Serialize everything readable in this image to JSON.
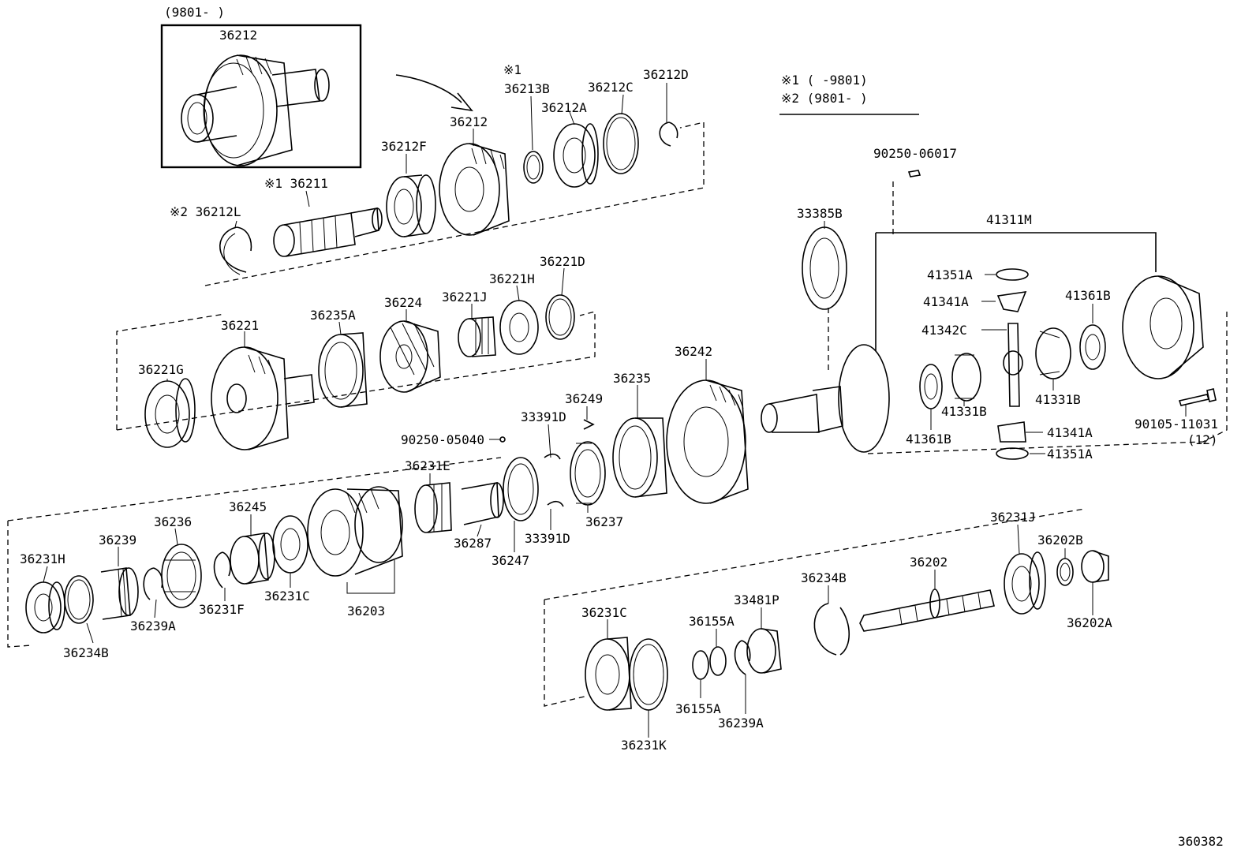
{
  "inset": {
    "date_range": "(9801-        )",
    "part": "36212"
  },
  "legend": {
    "note1": "※1 (      -9801)",
    "note2": "※2 (9801-        )"
  },
  "labels": {
    "p36212_main": "36212",
    "p36212F": "36212F",
    "p36211": "※1 36211",
    "p36212L": "※2 36212L",
    "mark1": "※1",
    "p36213B": "36213B",
    "p36212A": "36212A",
    "p36212C": "36212C",
    "p36212D": "36212D",
    "p90250_06017": "90250-06017",
    "p33385B": "33385B",
    "p41311M": "41311M",
    "p41351A_top": "41351A",
    "p41341A_top": "41341A",
    "p41342C": "41342C",
    "p41361B_right": "41361B",
    "p41331B_right": "41331B",
    "p41331B_left": "41331B",
    "p41361B_left": "41361B",
    "p41341A_bot": "41341A",
    "p41351A_bot": "41351A",
    "p90105_11031": "90105-11031",
    "qty12": "(12)",
    "p36221G": "36221G",
    "p36221": "36221",
    "p36235A": "36235A",
    "p36224": "36224",
    "p36221J": "36221J",
    "p36221H": "36221H",
    "p36221D": "36221D",
    "p36242": "36242",
    "p36235": "36235",
    "p36249": "36249",
    "p33391D_top": "33391D",
    "p90250_05040": "90250-05040",
    "p36231E": "36231E",
    "p36237": "36237",
    "p33391D_bot": "33391D",
    "p36287": "36287",
    "p36247": "36247",
    "p36231H": "36231H",
    "p36239": "36239",
    "p36236": "36236",
    "p36245": "36245",
    "p36234B_left": "36234B",
    "p36239A_left": "36239A",
    "p36231F": "36231F",
    "p36231C_left": "36231C",
    "p36203": "36203",
    "p36231J": "36231J",
    "p36202B": "36202B",
    "p36202": "36202",
    "p36202A": "36202A",
    "p36234B_right": "36234B",
    "p33481P": "33481P",
    "p36231C_right": "36231C",
    "p36155A_top": "36155A",
    "p36155A_bot": "36155A",
    "p36239A_right": "36239A",
    "p36231K": "36231K"
  },
  "figure_id": "360382"
}
